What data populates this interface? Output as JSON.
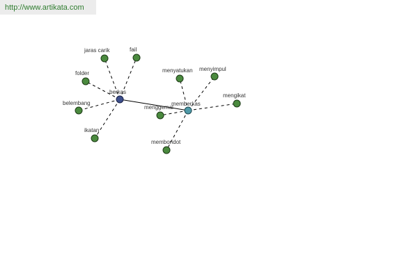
{
  "header": {
    "url": "http://www.artikata.com"
  },
  "graph": {
    "nodes": [
      {
        "id": "berkas",
        "label": "berkas",
        "kind": "hub1"
      },
      {
        "id": "memberkas",
        "label": "memberkas",
        "kind": "hub2"
      },
      {
        "id": "jaras_carik",
        "label": "jaras carik",
        "kind": "leaf"
      },
      {
        "id": "fail",
        "label": "fail",
        "kind": "leaf"
      },
      {
        "id": "folder",
        "label": "folder",
        "kind": "leaf"
      },
      {
        "id": "belembang",
        "label": "belembang",
        "kind": "leaf"
      },
      {
        "id": "ikatan",
        "label": "ikatan",
        "kind": "leaf"
      },
      {
        "id": "menyatukan",
        "label": "menyatukan",
        "kind": "leaf"
      },
      {
        "id": "menyimpul",
        "label": "menyimpul",
        "kind": "leaf"
      },
      {
        "id": "mengikat",
        "label": "mengikat",
        "kind": "leaf"
      },
      {
        "id": "menggemal",
        "label": "menggemal",
        "kind": "leaf"
      },
      {
        "id": "membondot",
        "label": "membondot",
        "kind": "leaf"
      }
    ],
    "edges": [
      {
        "from": "berkas",
        "to": "jaras_carik",
        "style": "dashed"
      },
      {
        "from": "berkas",
        "to": "fail",
        "style": "dashed"
      },
      {
        "from": "berkas",
        "to": "folder",
        "style": "dashed"
      },
      {
        "from": "berkas",
        "to": "belembang",
        "style": "dashed"
      },
      {
        "from": "berkas",
        "to": "ikatan",
        "style": "dashed"
      },
      {
        "from": "berkas",
        "to": "memberkas",
        "style": "solid"
      },
      {
        "from": "memberkas",
        "to": "menyatukan",
        "style": "dashed"
      },
      {
        "from": "memberkas",
        "to": "menyimpul",
        "style": "dashed"
      },
      {
        "from": "memberkas",
        "to": "mengikat",
        "style": "dashed"
      },
      {
        "from": "memberkas",
        "to": "menggemal",
        "style": "dashed"
      },
      {
        "from": "memberkas",
        "to": "membondot",
        "style": "dashed"
      }
    ]
  },
  "colors": {
    "leaf": "#4a8a3e",
    "hub_berkas": "#3d4f8c",
    "hub_memberkas": "#4f9aa8",
    "url_text": "#2f7d2f"
  }
}
